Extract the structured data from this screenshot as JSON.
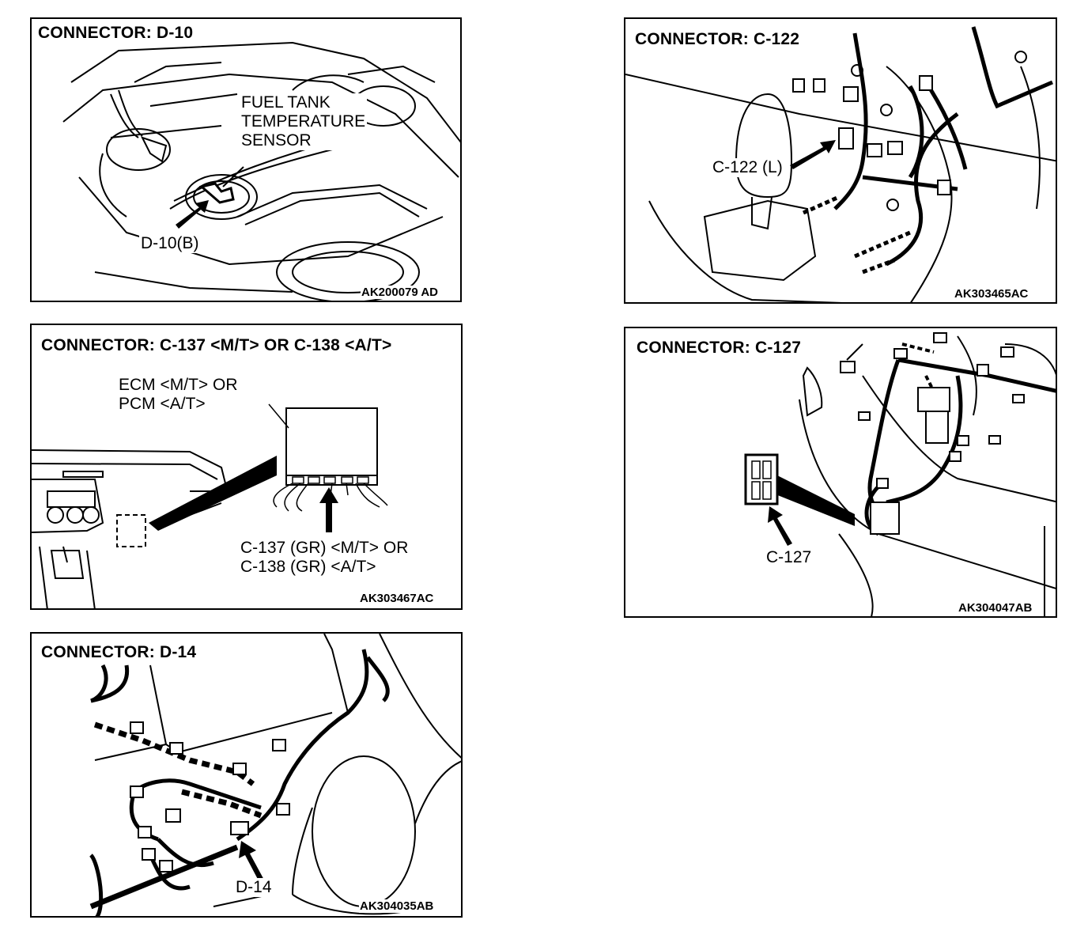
{
  "panels": [
    {
      "title": "CONNECTOR: D-10",
      "labels": [
        "FUEL TANK",
        "TEMPERATURE",
        "SENSOR"
      ],
      "connector_label": "D-10(B)",
      "code": "AK200079 AD"
    },
    {
      "title": "CONNECTOR: C-122",
      "connector_label": "C-122 (L)",
      "code": "AK303465AC"
    },
    {
      "title": "CONNECTOR: C-137 <M/T> OR C-138 <A/T>",
      "labels": [
        "ECM <M/T> OR",
        "PCM <A/T>"
      ],
      "connector_lines": [
        "C-137 (GR) <M/T> OR",
        "C-138 (GR) <A/T>"
      ],
      "code": "AK303467AC"
    },
    {
      "title": "CONNECTOR: C-127",
      "connector_label": "C-127",
      "code": "AK304047AB"
    },
    {
      "title": "CONNECTOR: D-14",
      "connector_label": "D-14",
      "code": "AK304035AB"
    }
  ]
}
